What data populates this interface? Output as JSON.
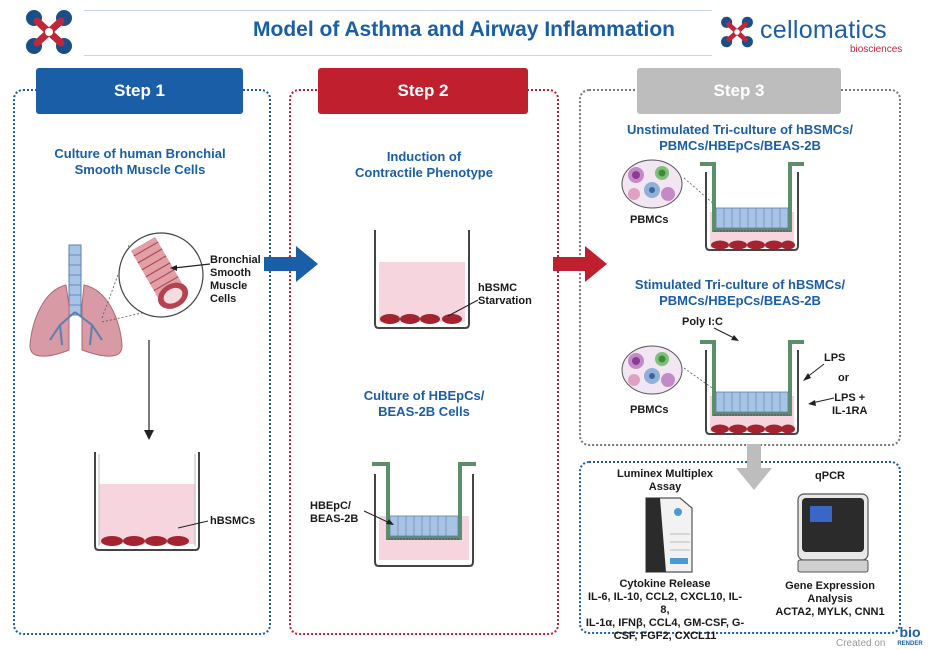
{
  "title": "Model of Asthma and Airway Inflammation",
  "brand": {
    "name": "cellomatics",
    "sub": "biosciences"
  },
  "step1": {
    "tab": "Step 1",
    "heading": [
      "Culture of human Bronchial",
      "Smooth Muscle Cells"
    ],
    "bronchial_label": [
      "Bronchial",
      "Smooth",
      "Muscle",
      "Cells"
    ],
    "well_label": "hBSMCs"
  },
  "step2": {
    "tab": "Step 2",
    "heading1": [
      "Induction of",
      "Contractile Phenotype"
    ],
    "starvation_label": [
      "hBSMC",
      "Starvation"
    ],
    "heading2": [
      "Culture of HBEpCs/",
      "BEAS-2B Cells"
    ],
    "insert_label": [
      "HBEpC/",
      "BEAS-2B"
    ]
  },
  "step3": {
    "tab": "Step 3",
    "heading1": [
      "Unstimulated Tri-culture of hBSMCs/",
      "PBMCs/HBEpCs/BEAS-2B"
    ],
    "pbmc_label1": "PBMCs",
    "heading2": [
      "Stimulated Tri-culture of hBSMCs/",
      "PBMCs/HBEpCs/BEAS-2B"
    ],
    "poly_label": "Poly I:C",
    "lps_label": "LPS",
    "or_label": "or",
    "lps_ra_label": [
      "LPS +",
      "IL-1RA"
    ],
    "pbmc_label2": "PBMCs"
  },
  "analysis": {
    "luminex_title": [
      "Luminex Multiplex",
      "Assay"
    ],
    "qpcr_title": "qPCR",
    "cytokine_heading": "Cytokine Release",
    "cytokine_list": [
      "IL-6, IL-10, CCL2, CXCL10, IL-8,",
      "IL-1α, IFNβ, CCL4, GM-CSF, G-",
      "CSF, FGF2, CXCL11"
    ],
    "gene_heading": [
      "Gene Expression",
      "Analysis"
    ],
    "gene_list": "ACTA2, MYLK, CNN1"
  },
  "credit": {
    "prefix": "Created on",
    "bio": "bio",
    "render": "RENDER"
  },
  "colors": {
    "blue": "#1a5ea8",
    "red": "#c0202e",
    "gray": "#bdbdbd",
    "pink": "#f6d5de",
    "cell": "#a3232f"
  }
}
